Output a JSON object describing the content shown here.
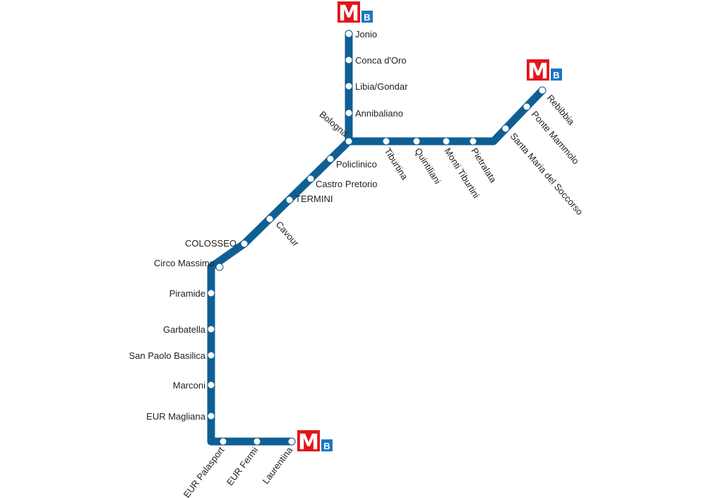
{
  "line": {
    "name": "B",
    "line_color": "#0f5f94",
    "station_fill": "#ffffff"
  },
  "logo": {
    "metro_letter": "M",
    "line_letter": "B",
    "metro_color": "#e3141b",
    "line_badge_color": "#1a78c2"
  },
  "stations": {
    "jonio": "Jonio",
    "conca_doro": "Conca d'Oro",
    "libia_gondar": "Libia/Gondar",
    "annibaliano": "Annibaliano",
    "bologna": "Bologna",
    "tiburtina": "Tiburtina",
    "quintiliani": "Quintiliani",
    "monti_tiburtini": "Monti Tiburtini",
    "pietralata": "Pietralata",
    "santa_maria_del_soccorso": "Santa Maria del Soccorso",
    "ponte_mammolo": "Ponte Mammolo",
    "rebibbia": "Rebibbia",
    "policlinico": "Policlinico",
    "castro_pretorio": "Castro Pretorio",
    "termini": "TERMINI",
    "cavour": "Cavour",
    "colosseo": "COLOSSEO",
    "circo_massimo": "Circo Massimo",
    "piramide": "Piramide",
    "garbatella": "Garbatella",
    "san_paolo_basilica": "San Paolo Basilica",
    "marconi": "Marconi",
    "eur_magliana": "EUR Magliana",
    "eur_palasport": "EUR Palasport",
    "eur_fermi": "EUR Fermi",
    "laurentina": "Laurentina"
  }
}
